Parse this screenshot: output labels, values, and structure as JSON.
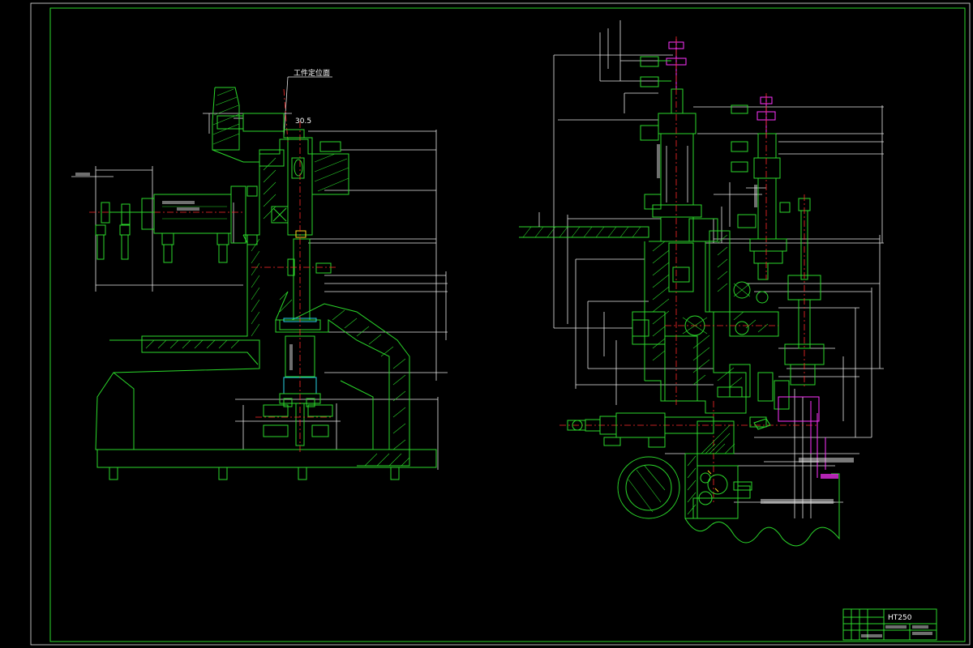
{
  "drawing": {
    "background": "#000000",
    "line_colors": {
      "outline": "#2bd92b",
      "dimension": "#e6e6e6",
      "centerline": "#ff2a2a",
      "highlight": "#ff33ff",
      "accent_yellow": "#ffd21f",
      "accent_cyan": "#27d3e6"
    }
  },
  "annotations": {
    "locating_face": "工件定位面",
    "dim_value": "30.5"
  },
  "title_block": {
    "material": "HT250"
  }
}
